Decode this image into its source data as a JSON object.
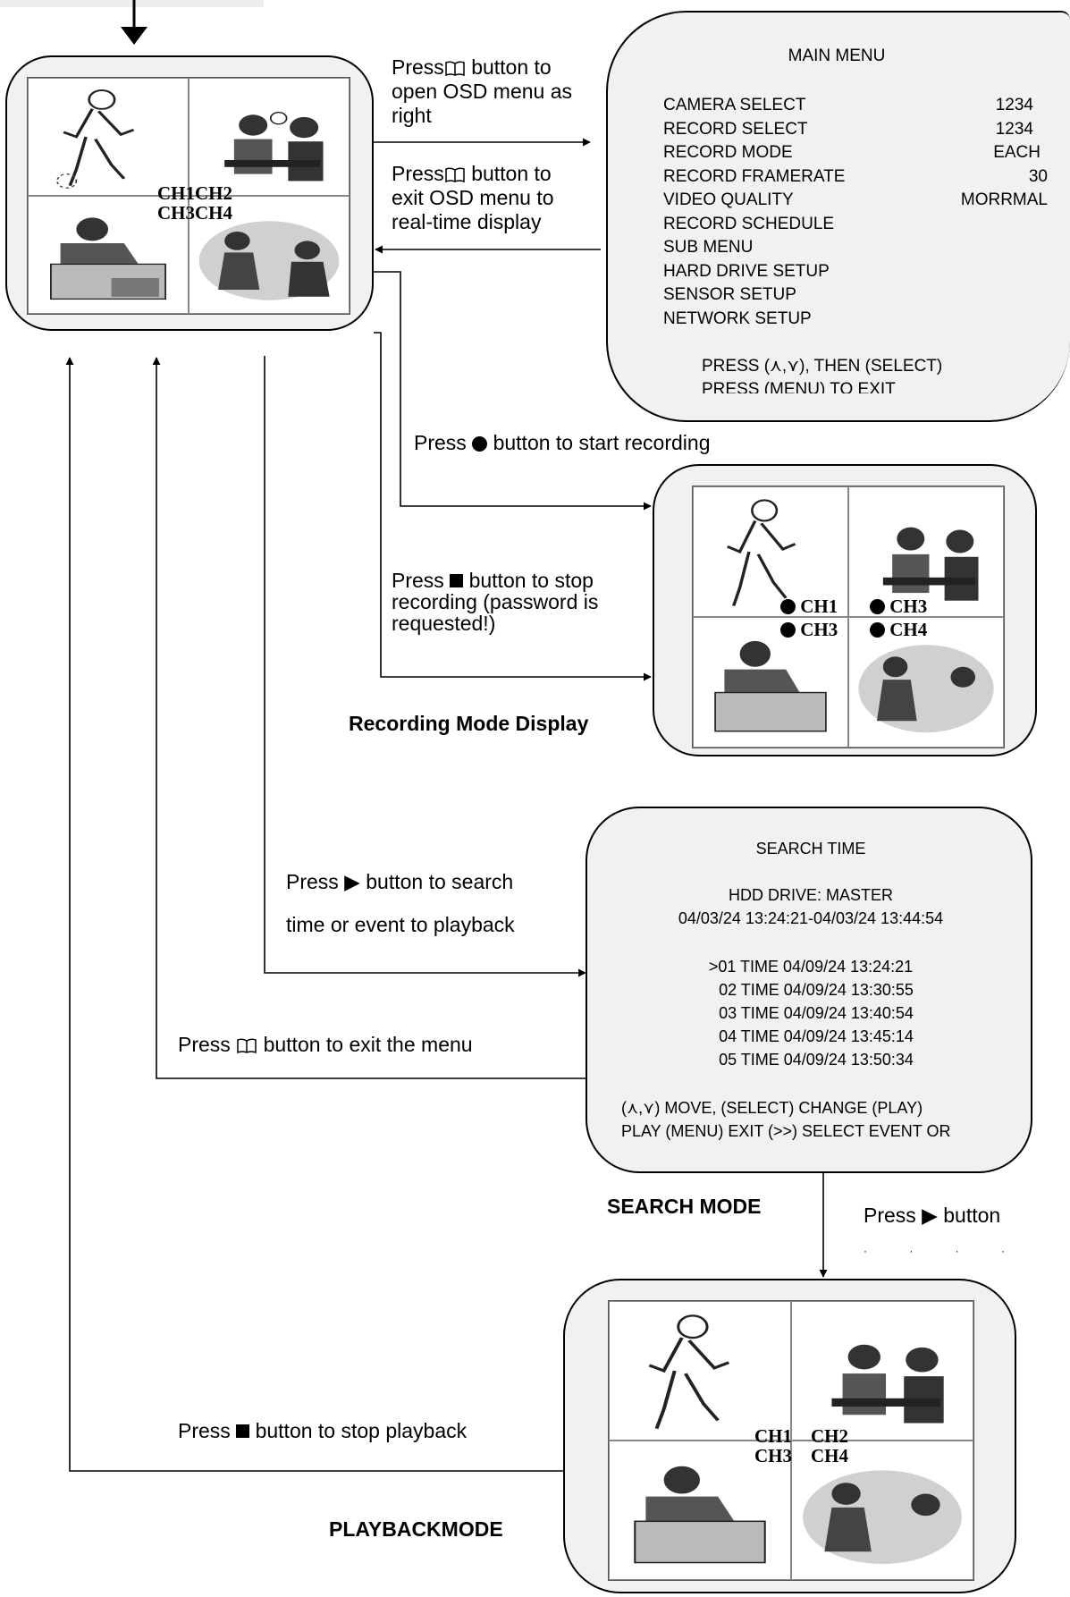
{
  "flow": {
    "open_osd": [
      "button to",
      "open OSD menu as",
      "right"
    ],
    "exit_osd": [
      "button to",
      "exit OSD menu to",
      "real-time display"
    ],
    "press": "Press",
    "start_recording": "button to start recording",
    "stop_recording": [
      "button to stop",
      "recording (password is",
      "requested!)"
    ],
    "search_playback": [
      "button to search",
      "time or event to playback"
    ],
    "exit_menu": "button to exit the menu",
    "press_button": "button",
    "stop_playback": "button to stop playback"
  },
  "live_display": {
    "labels": [
      "CH1CH2",
      "CH3CH4"
    ]
  },
  "main_menu": {
    "title": "MAIN MENU",
    "items": [
      {
        "label": "CAMERA SELECT",
        "value": "1234"
      },
      {
        "label": "RECORD SELECT",
        "value": "1234"
      },
      {
        "label": "RECORD MODE",
        "value": "EACH"
      },
      {
        "label": "RECORD FRAMERATE",
        "value": "30"
      },
      {
        "label": "VIDEO QUALITY",
        "value": "MORRMAL"
      },
      {
        "label": "RECORD SCHEDULE",
        "value": ""
      },
      {
        "label": "SUB MENU",
        "value": ""
      },
      {
        "label": "HARD DRIVE SETUP",
        "value": ""
      },
      {
        "label": "SENSOR SETUP",
        "value": ""
      },
      {
        "label": "NETWORK SETUP",
        "value": ""
      }
    ],
    "hint1": "PRESS (⋏,⋎), THEN (SELECT)",
    "hint2": "PRESS (MENU) TO EXIT"
  },
  "recording": {
    "title": "Recording Mode Display",
    "channels": [
      "CH1",
      "CH3",
      "CH3",
      "CH4"
    ]
  },
  "search": {
    "title": "SEARCH TIME",
    "drive": "HDD DRIVE: MASTER",
    "range": "04/03/24 13:24:21-04/03/24 13:44:54",
    "entries": [
      ">01 TIME 04/09/24 13:24:21",
      "02 TIME 04/09/24 13:30:55",
      "03 TIME 04/09/24 13:40:54",
      "04 TIME 04/09/24 13:45:14",
      "05 TIME 04/09/24 13:50:34"
    ],
    "help1": "(⋏,⋎) MOVE, (SELECT) CHANGE (PLAY)",
    "help2": "PLAY (MENU) EXIT (>>) SELECT EVENT OR",
    "mode_label": "SEARCH MODE"
  },
  "playback": {
    "title": "PLAYBACKMODE",
    "labels": [
      "CH1",
      "CH2",
      "CH3",
      "CH4"
    ]
  }
}
